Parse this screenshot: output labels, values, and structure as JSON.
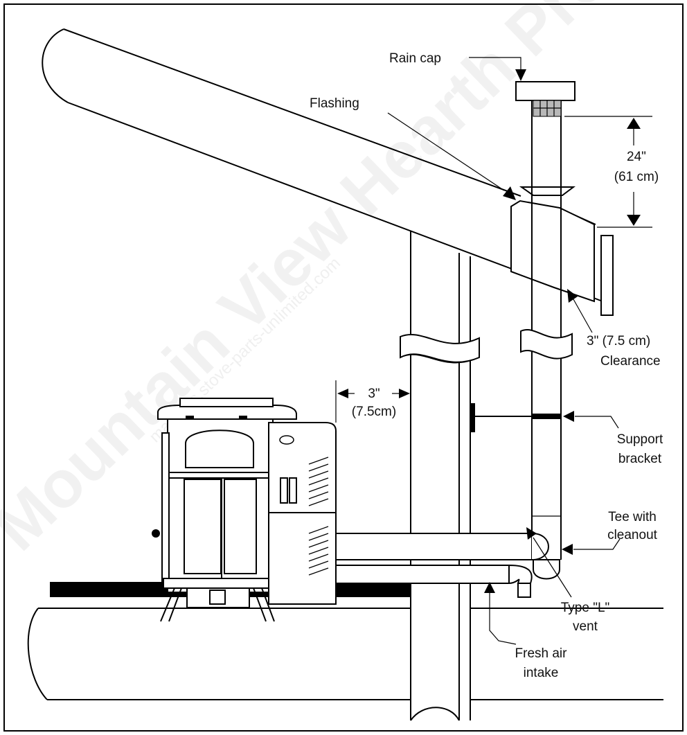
{
  "labels": {
    "rain_cap": "Rain cap",
    "flashing": "Flashing",
    "height_in": "24\"",
    "height_cm": "(61 cm)",
    "roof_clearance_1": "3\" (7.5 cm)",
    "roof_clearance_2": "Clearance",
    "wall_clearance_in": "3\"",
    "wall_clearance_cm": "(7.5cm)",
    "support_bracket_1": "Support",
    "support_bracket_2": "bracket",
    "tee_1": "Tee with",
    "tee_2": "cleanout",
    "vent_1": "Type \"L\"",
    "vent_2": "vent",
    "intake_1": "Fresh air",
    "intake_2": "intake"
  },
  "watermarks": {
    "brand": "Mountain View Hearth Products",
    "site": "manuals.stove-parts-unlimited.com"
  },
  "colors": {
    "line": "#000000",
    "background": "#ffffff",
    "hearth": "#000000",
    "cap_grid": "#b8b8b8"
  }
}
